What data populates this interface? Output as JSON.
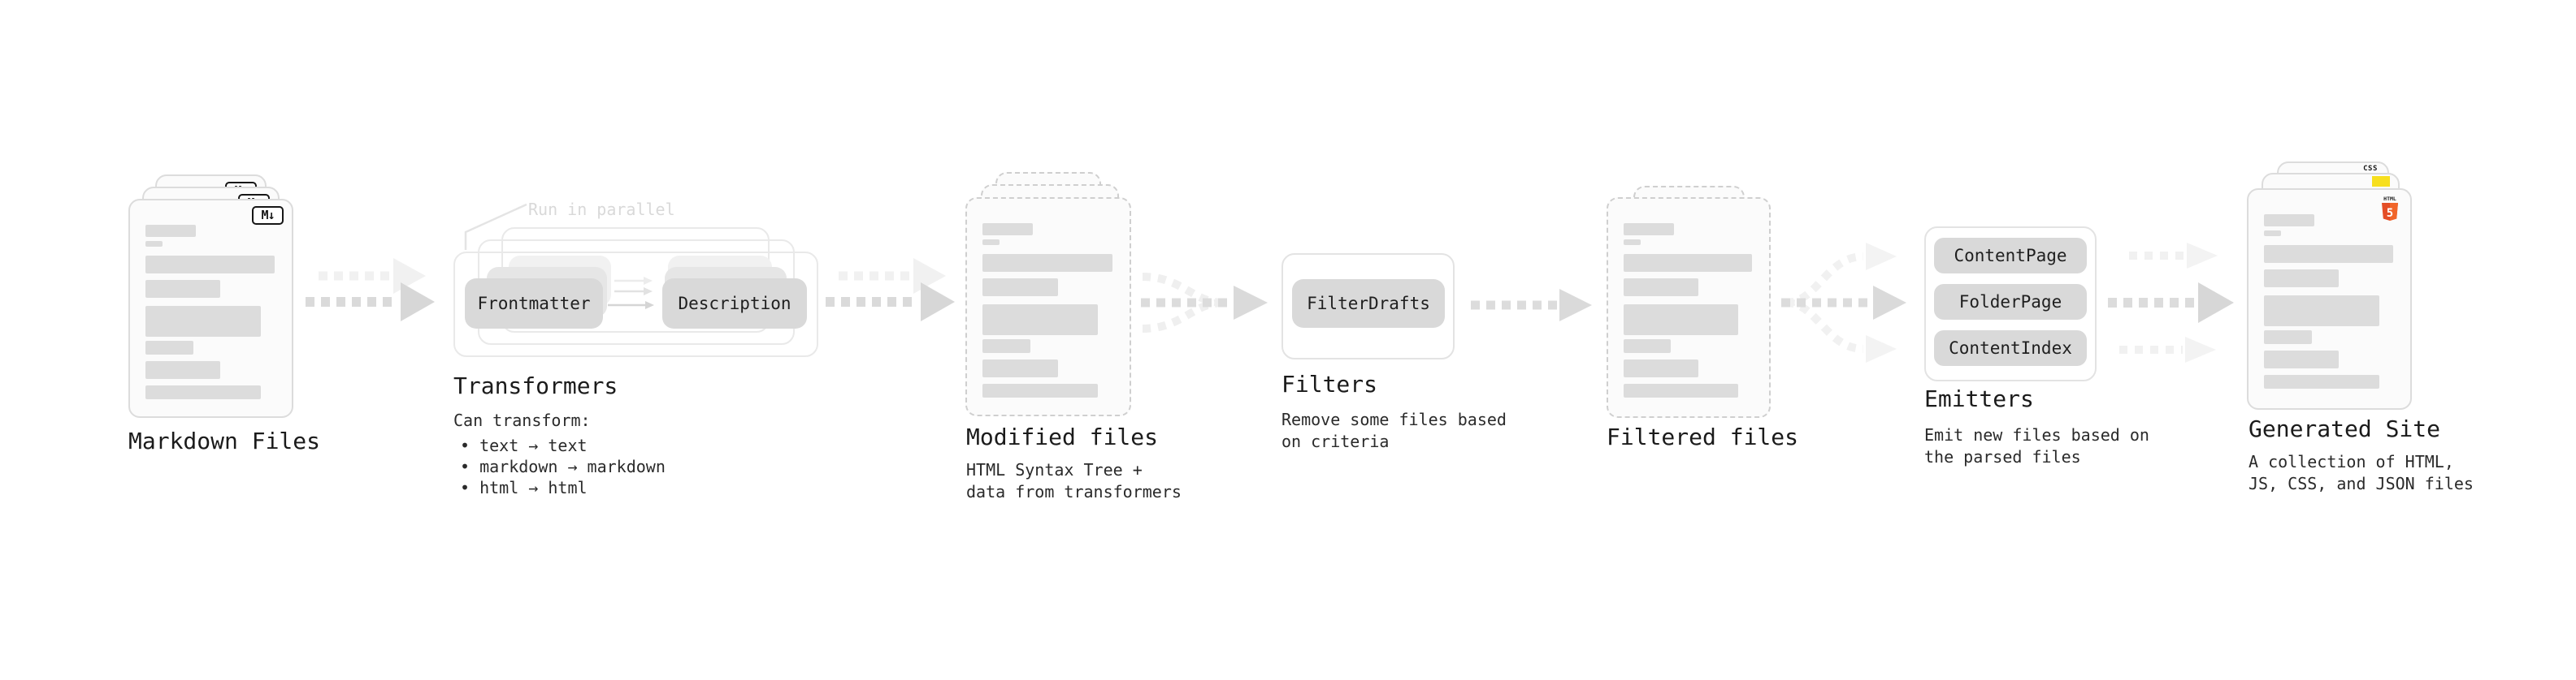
{
  "stages": {
    "markdown": {
      "label": "Markdown Files",
      "badge": "M↓"
    },
    "transformers": {
      "label": "Transformers",
      "annotation": "Run in parallel",
      "pills": [
        "Frontmatter",
        "Description"
      ],
      "note_title": "Can transform:",
      "bullets": [
        "• text → text",
        "• markdown → markdown",
        "• html → html"
      ]
    },
    "modified": {
      "label": "Modified files",
      "note": "HTML Syntax Tree +\ndata from transformers"
    },
    "filters": {
      "label": "Filters",
      "pills": [
        "FilterDrafts"
      ],
      "note": "Remove some files based\non criteria"
    },
    "filtered": {
      "label": "Filtered files"
    },
    "emitters": {
      "label": "Emitters",
      "pills": [
        "ContentPage",
        "FolderPage",
        "ContentIndex"
      ],
      "note": "Emit new files based on\nthe parsed files"
    },
    "generated": {
      "label": "Generated Site",
      "note": "A collection of HTML,\nJS, CSS, and JSON files",
      "badges": {
        "css": "CSS",
        "html_word": "HTML",
        "html_number": "5"
      }
    }
  },
  "colors": {
    "html5_orange": "#e44d26",
    "html5_orange_light": "#f16529",
    "js_yellow": "#f7df1e",
    "css_blue": "#2965f1",
    "bar_gray": "#dcdcdc",
    "pill_gray": "#d9d9d9",
    "arrow_gray": "#dadada",
    "arrow_faint": "#f1f1f1",
    "annotation_gray": "#d9d9d9"
  }
}
